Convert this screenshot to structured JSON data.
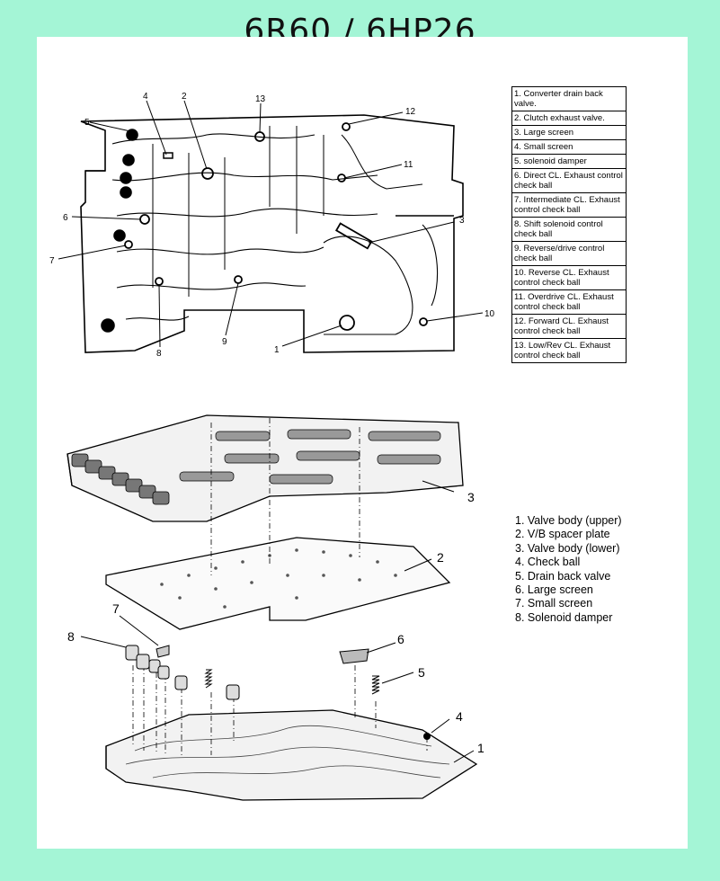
{
  "title": "6R60 / 6HP26",
  "top_diagram": {
    "callouts": [
      "1",
      "2",
      "3",
      "4",
      "5",
      "6",
      "7",
      "8",
      "9",
      "10",
      "11",
      "12",
      "13"
    ],
    "legend": [
      "1. Converter drain back valve.",
      "2. Clutch exhaust valve.",
      "3. Large screen",
      "4. Small screen",
      "5. solenoid damper",
      "6. Direct CL. Exhaust control check ball",
      "7. Intermediate CL. Exhaust control check ball",
      "8. Shift solenoid control check ball",
      "9. Reverse/drive control check ball",
      "10. Reverse CL. Exhaust control check ball",
      "11. Overdrive CL. Exhaust control check ball",
      "12. Forward CL. Exhaust control check ball",
      "13. Low/Rev CL. Exhaust control check ball"
    ]
  },
  "bottom_diagram": {
    "callouts": [
      "1",
      "2",
      "3",
      "4",
      "5",
      "6",
      "7",
      "8"
    ],
    "legend": [
      "1. Valve body (upper)",
      "2. V/B spacer plate",
      "3. Valve body (lower)",
      "4. Check ball",
      "5. Drain back valve",
      "6. Large screen",
      "7. Small screen",
      "8. Solenoid damper"
    ]
  }
}
